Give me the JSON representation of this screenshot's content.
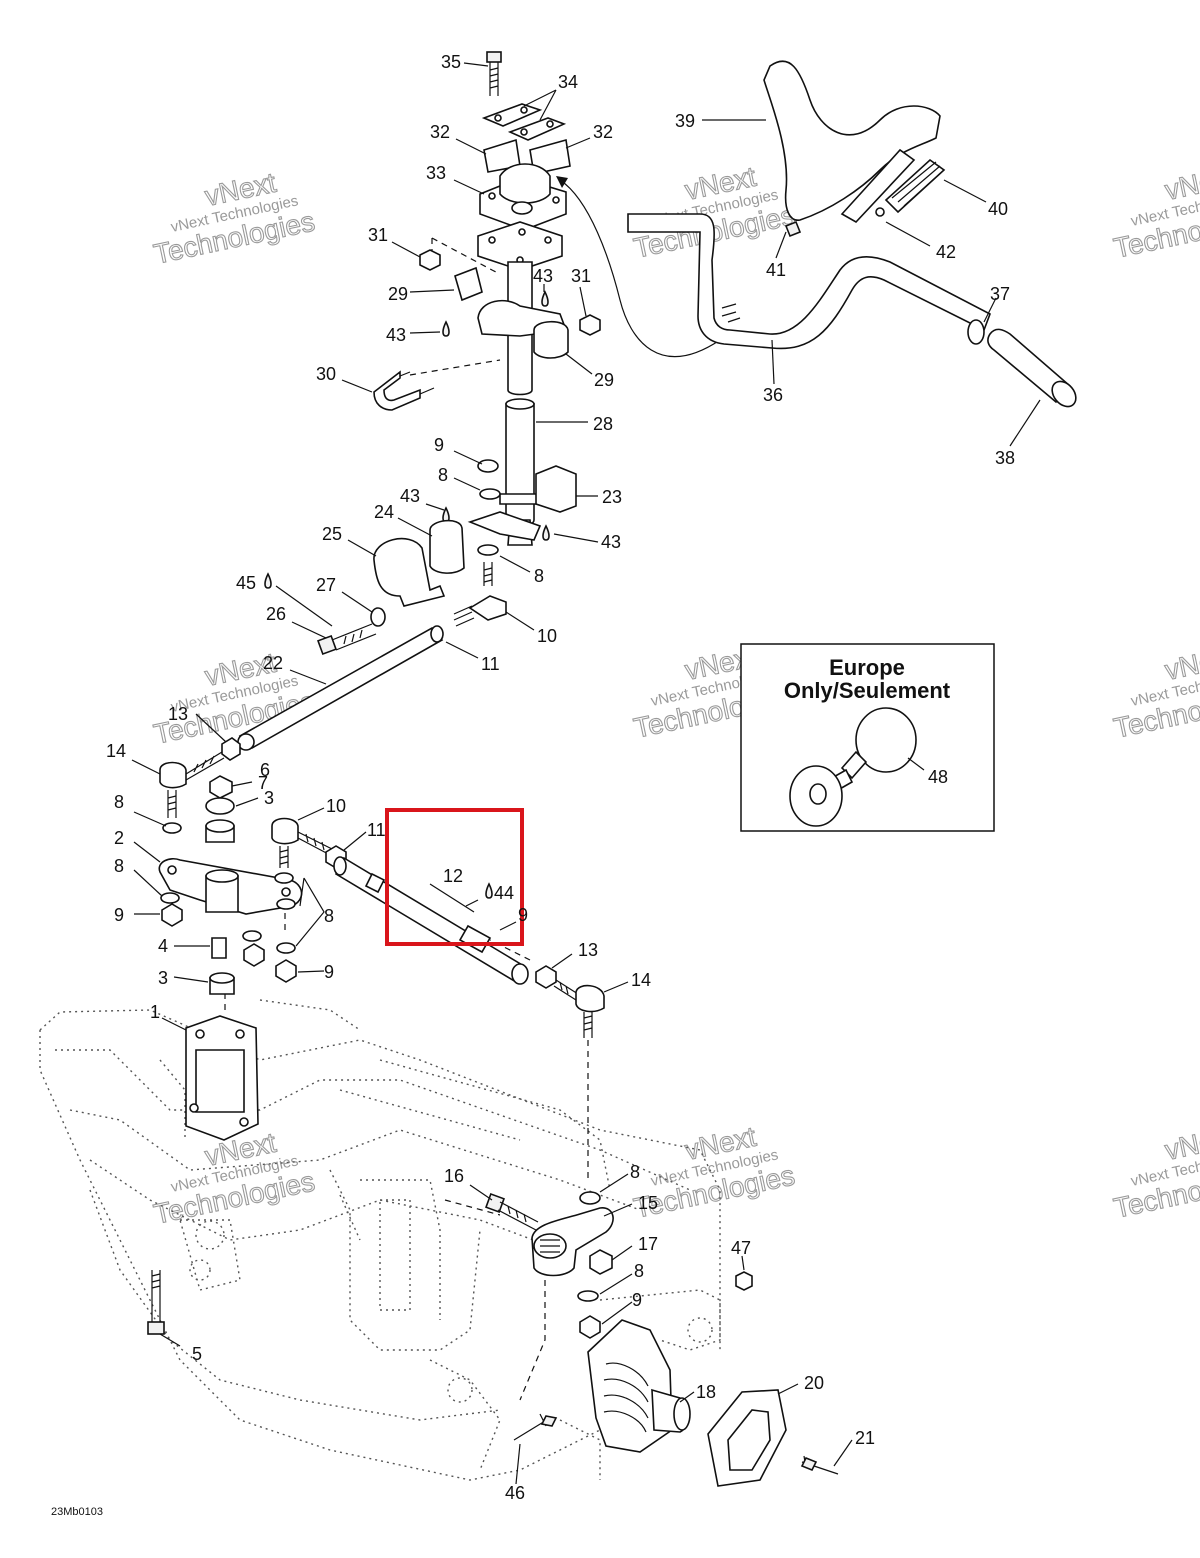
{
  "diagram_code": "23Mb0103",
  "inset": {
    "title_line1": "Europe",
    "title_line2": "Only/Seulement",
    "part_label": "48"
  },
  "watermark": {
    "line1": "vNext Technologies",
    "line2": "vNext",
    "line3": "Technologies"
  },
  "highlight_color": "#d9151b",
  "callouts": {
    "c1": "1",
    "c2": "2",
    "c3a": "3",
    "c3b": "3",
    "c4": "4",
    "c5": "5",
    "c6": "6",
    "c7": "7",
    "c8a": "8",
    "c8b": "8",
    "c8c": "8",
    "c8d": "8",
    "c8e": "8",
    "c8f": "8",
    "c8g": "8",
    "c9a": "9",
    "c9b": "9",
    "c9c": "9",
    "c9d": "9",
    "c9e": "9",
    "c10a": "10",
    "c10b": "10",
    "c11a": "11",
    "c11b": "11",
    "c12": "12",
    "c13a": "13",
    "c13b": "13",
    "c14a": "14",
    "c14b": "14",
    "c15": "15",
    "c16": "16",
    "c17": "17",
    "c18": "18",
    "c20": "20",
    "c21": "21",
    "c22": "22",
    "c23": "23",
    "c24": "24",
    "c25": "25",
    "c26": "26",
    "c27": "27",
    "c28": "28",
    "c29a": "29",
    "c29b": "29",
    "c30": "30",
    "c31a": "31",
    "c31b": "31",
    "c32a": "32",
    "c32b": "32",
    "c33": "33",
    "c34": "34",
    "c35": "35",
    "c36": "36",
    "c37": "37",
    "c38": "38",
    "c39": "39",
    "c40": "40",
    "c41": "41",
    "c42": "42",
    "c43a": "43",
    "c43b": "43",
    "c43c": "43",
    "c43d": "43",
    "c44": "44",
    "c45": "45",
    "c46": "46",
    "c47": "47"
  }
}
